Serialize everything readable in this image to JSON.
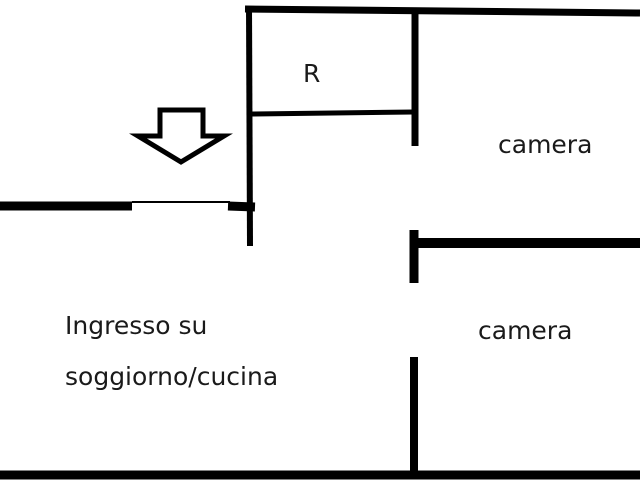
{
  "rooms": {
    "bathroom": "R",
    "bedroom_1": "camera",
    "bedroom_2": "camera",
    "living_line1": "Ingresso su",
    "living_line2": "soggiorno/cucina"
  },
  "icons": {
    "entrance": "arrow-down-outline-icon"
  },
  "colors": {
    "wall": "#000000",
    "background": "#ffffff"
  }
}
